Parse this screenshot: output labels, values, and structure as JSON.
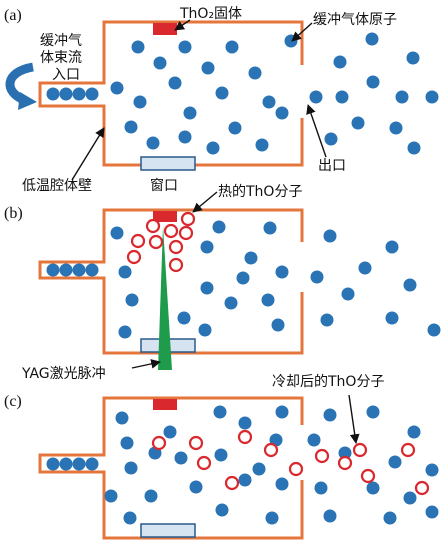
{
  "panels": [
    {
      "id": "a",
      "label": "(a)"
    },
    {
      "id": "b",
      "label": "(b)"
    },
    {
      "id": "c",
      "label": "(c)"
    }
  ],
  "labels": {
    "tho2_solid": "ThO₂固体",
    "buffer_atom": "缓冲气体原子",
    "inlet_line1": "缓冲气",
    "inlet_line2": "体束流",
    "inlet_line3": "入口",
    "outlet": "出口",
    "wall": "低温腔体壁",
    "window": "窗口",
    "hot_tho": "热的ThO分子",
    "yag": "YAG激光脉冲",
    "cooled_tho": "冷却后的ThO分子"
  },
  "colors": {
    "chamber_wall": "#e4763c",
    "target": "#d9282e",
    "atom": "#2a73b5",
    "molecule_ring": "#d9282e",
    "laser": "#1e9b4b",
    "window_fill": "#d6e4f2",
    "window_stroke": "#2a5a8a",
    "arrow": "#111111",
    "inlet_arrow": "#2a6fb0"
  }
}
